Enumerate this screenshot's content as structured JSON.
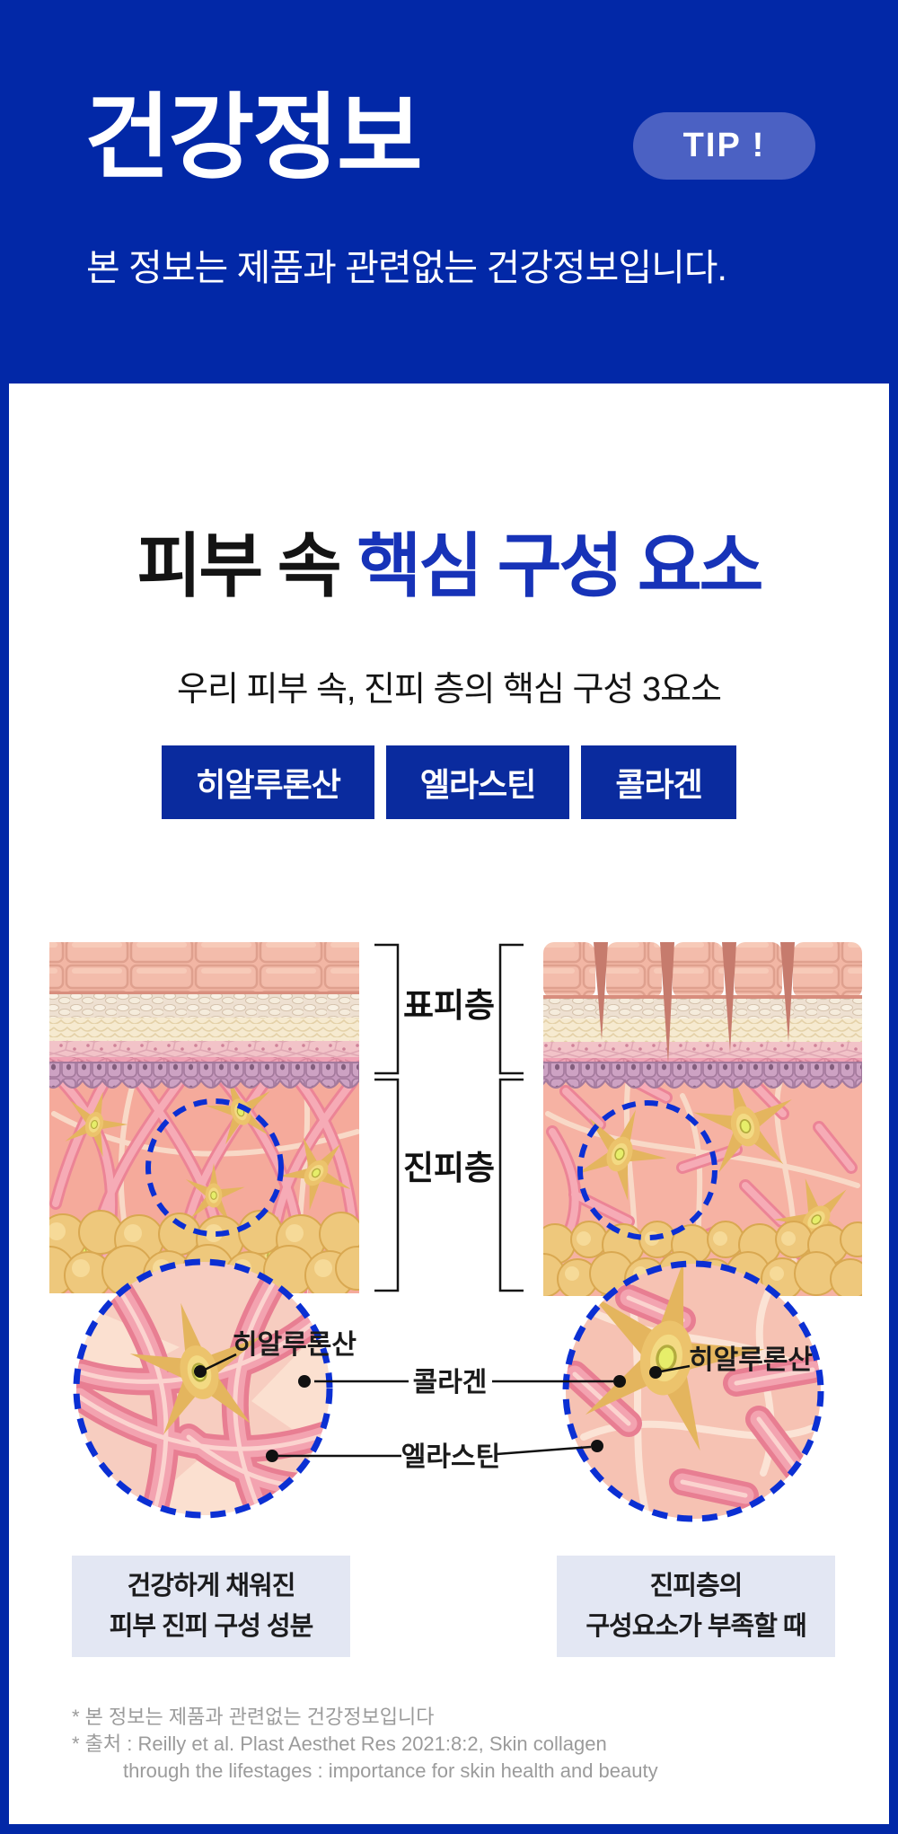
{
  "header": {
    "title": "건강정보",
    "tip_badge": "TIP !",
    "subtitle": "본 정보는 제품과 관련없는 건강정보입니다."
  },
  "intro": {
    "title_black": "피부 속",
    "title_blue": "핵심 구성 요소",
    "subtitle": "우리 피부 속, 진피 층의 핵심 구성 3요소",
    "tags": [
      {
        "label": "히알루론산"
      },
      {
        "label": "엘라스틴"
      },
      {
        "label": "콜라겐"
      }
    ]
  },
  "diagram": {
    "layer_labels": {
      "epidermis": "표피층",
      "dermis": "진피층"
    },
    "callouts": {
      "hyaluronic_left": "히알루론산",
      "collagen": "콜라겐",
      "elastin": "엘라스틴",
      "hyaluronic_right": "히알루론산"
    },
    "captions": {
      "left": [
        "건강하게 채워진",
        "피부 진피 구성 성분"
      ],
      "right": [
        "진피층의",
        "구성요소가 부족할 때"
      ]
    }
  },
  "footnotes": [
    "* 본 정보는 제품과 관련없는 건강정보입니다",
    "* 출처 : Reilly et al. Plast Aesthet Res 2021:8:2, Skin collagen",
    "through the lifestages : importance for skin health and beauty"
  ],
  "colors": {
    "background_blue": "#0228a7",
    "tip_badge_blue": "#4b61c3",
    "tag_blue": "#0a2b9e",
    "title_accent_blue": "#1733b8",
    "dashed_circle_blue": "#0b2fd3",
    "caption_box_gray": "#e3e7f3",
    "footnote_gray": "#9b9b9b"
  }
}
